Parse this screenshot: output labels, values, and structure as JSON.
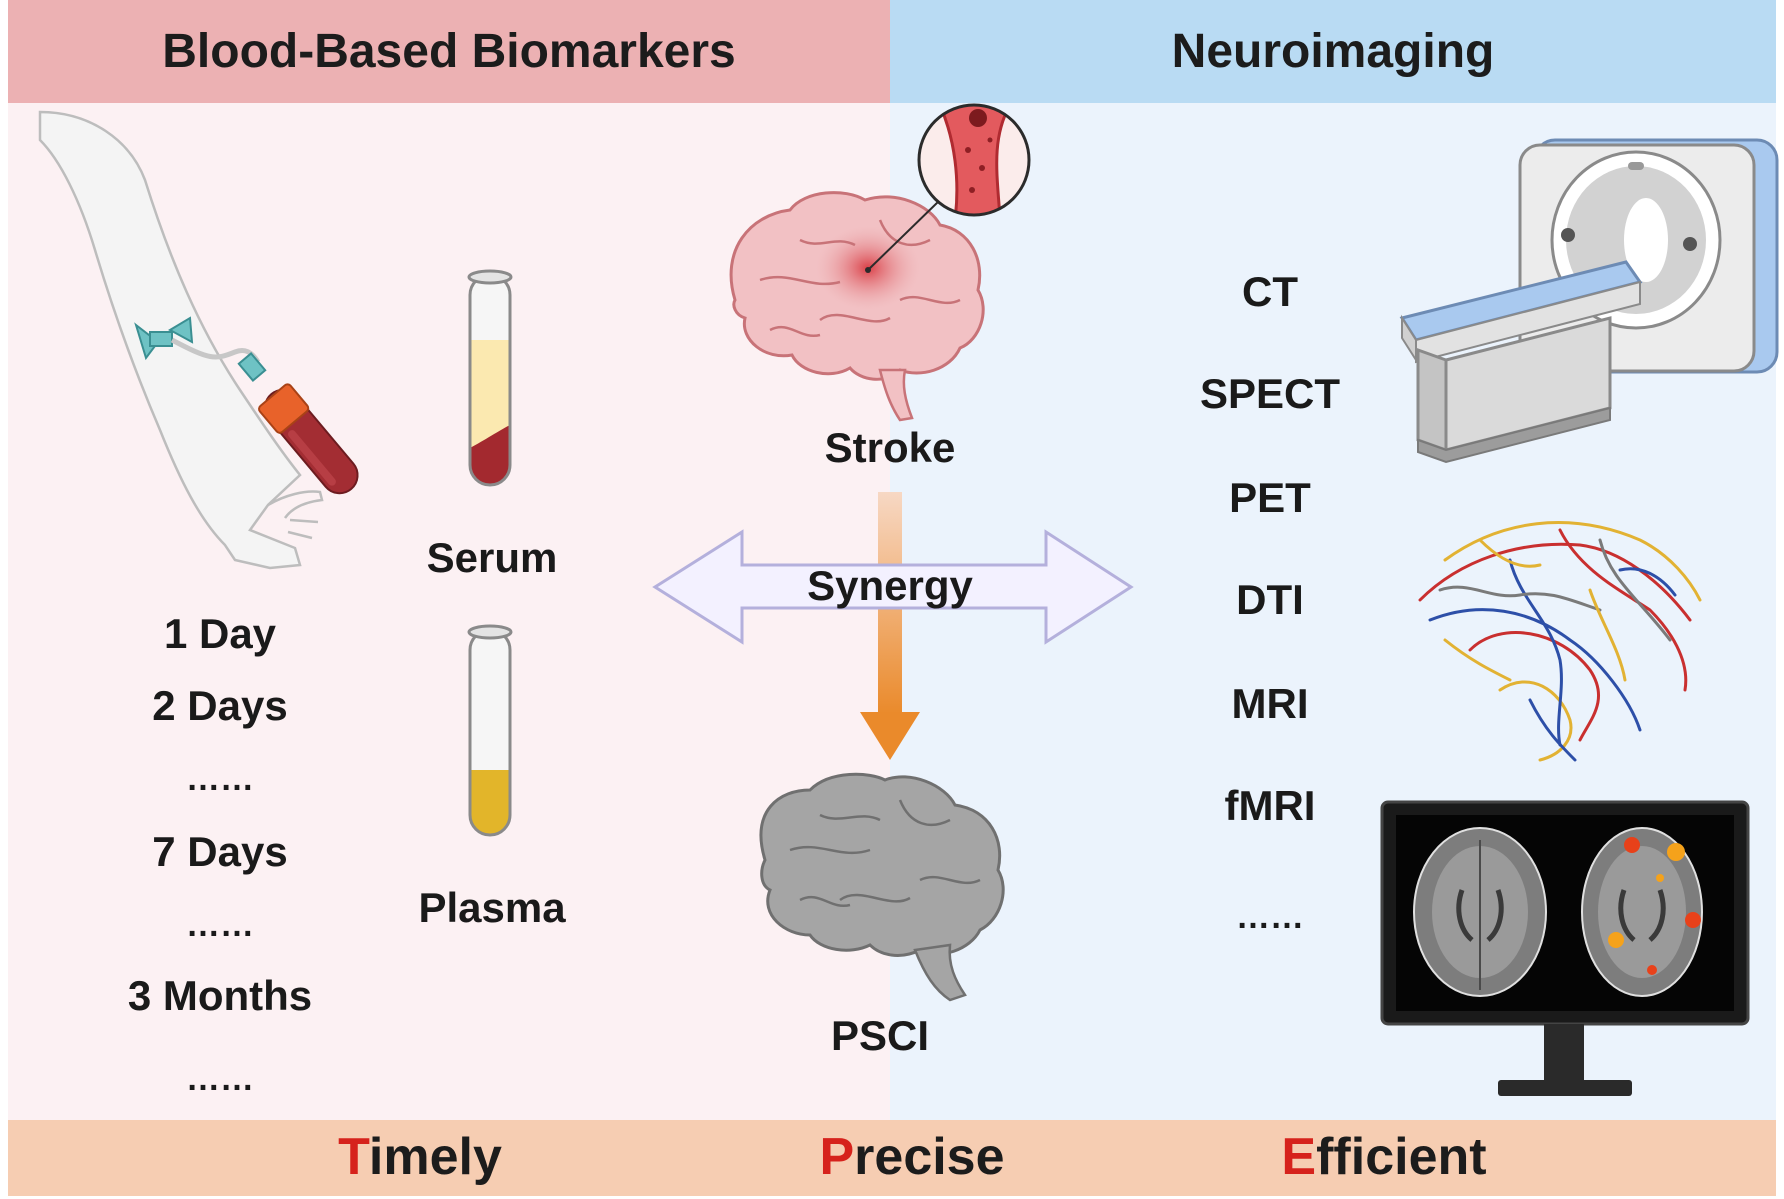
{
  "headers": {
    "left": "Blood-Based Biomarkers",
    "right": "Neuroimaging"
  },
  "timepoints": [
    "1 Day",
    "2 Days",
    "……",
    "7 Days",
    "……",
    "3 Months",
    "……"
  ],
  "samples": {
    "serum": "Serum",
    "plasma": "Plasma"
  },
  "center": {
    "stroke": "Stroke",
    "synergy": "Synergy",
    "outcome": "PSCI"
  },
  "modalities": [
    "CT",
    "SPECT",
    "PET",
    "DTI",
    "MRI",
    "fMRI",
    "……"
  ],
  "footer": {
    "timely": {
      "initial": "T",
      "rest": "imely"
    },
    "precise": {
      "initial": "P",
      "rest": "recise"
    },
    "efficient": {
      "initial": "E",
      "rest": "fficient"
    }
  },
  "colors": {
    "left_header": "#ecb1b3",
    "left_panel": "#fcf1f3",
    "right_header": "#b9dbf3",
    "right_panel": "#ebf3fc",
    "footer": "#f6cdb2",
    "accent_red": "#d6221c",
    "arrow_orange": "#ea8a2b"
  }
}
